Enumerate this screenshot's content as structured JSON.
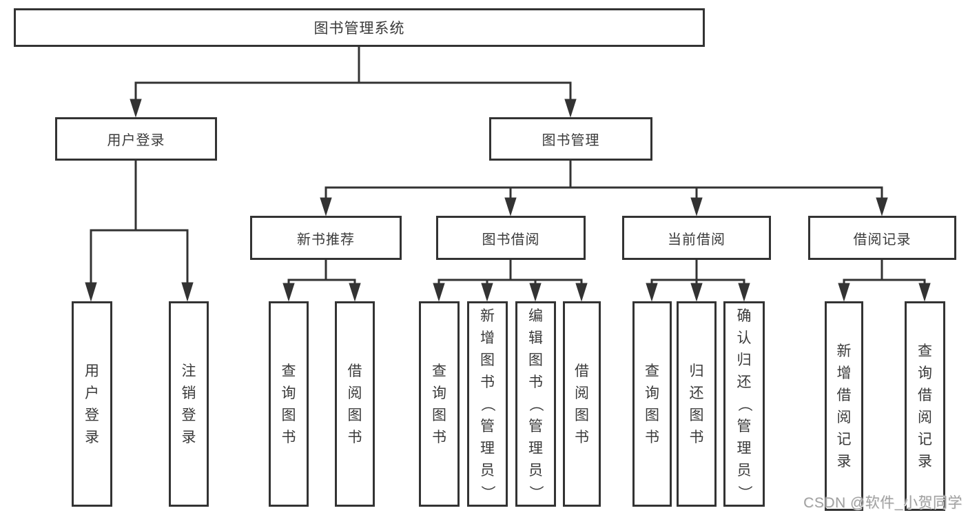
{
  "tree": {
    "root": {
      "label": "图书管理系统",
      "children": [
        {
          "label": "用户登录",
          "children": [
            {
              "label": "用户登录"
            },
            {
              "label": "注销登录"
            }
          ]
        },
        {
          "label": "图书管理",
          "children": [
            {
              "label": "新书推荐",
              "children": [
                {
                  "label": "查询图书"
                },
                {
                  "label": "借阅图书"
                }
              ]
            },
            {
              "label": "图书借阅",
              "children": [
                {
                  "label": "查询图书"
                },
                {
                  "label": "新增图书（管理员）"
                },
                {
                  "label": "编辑图书（管理员）"
                },
                {
                  "label": "借阅图书"
                }
              ]
            },
            {
              "label": "当前借阅",
              "children": [
                {
                  "label": "查询图书"
                },
                {
                  "label": "归还图书"
                },
                {
                  "label": "确认归还（管理员）"
                }
              ]
            },
            {
              "label": "借阅记录",
              "children": [
                {
                  "label": "新增借阅记录"
                },
                {
                  "label": "查询借阅记录"
                }
              ]
            }
          ]
        }
      ]
    }
  },
  "colors": {
    "line": "#333333",
    "text": "#3a3a3a",
    "watermark": "#a0a0a0",
    "background": "#ffffff"
  },
  "watermark": {
    "text": "CSDN @软件_小贺同学"
  }
}
